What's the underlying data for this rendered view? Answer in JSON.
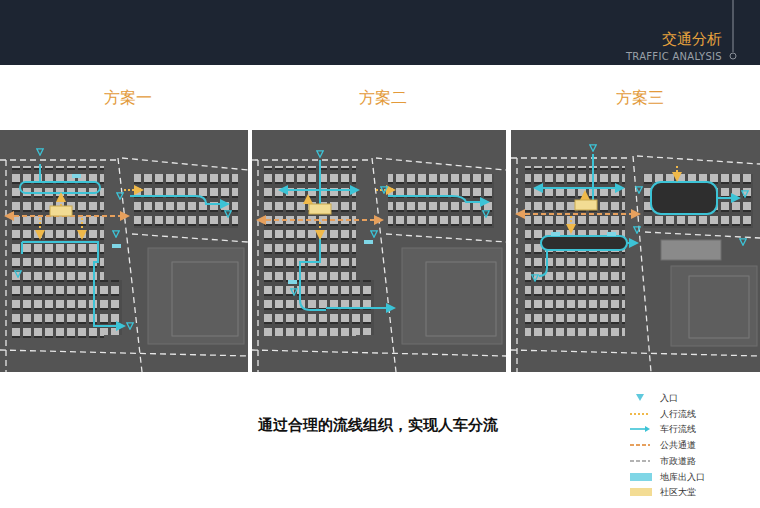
{
  "diagram": {
    "title": "交通分析",
    "caption": "通过合理的流线组织，实现人车分流",
    "nodes": [
      {
        "text": [
          "方案一"
        ]
      },
      {
        "text": [
          "方案二"
        ]
      },
      {
        "text": [
          "方案三"
        ]
      }
    ],
    "labels": [
      "TRAFFIC ANALYSIS"
    ],
    "legend": [
      {
        "text": "入口"
      },
      {
        "text": "人行流线"
      },
      {
        "text": "车行流线"
      },
      {
        "text": "公共通道"
      },
      {
        "text": "市政道路"
      },
      {
        "text": "地库出入口",
        "color": "#7fd6e6"
      },
      {
        "text": "社区大堂",
        "color": "#f3dc94"
      }
    ]
  }
}
